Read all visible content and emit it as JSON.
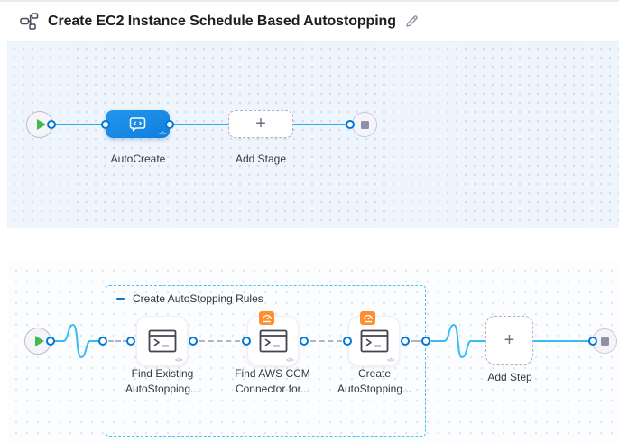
{
  "header": {
    "title": "Create EC2 Instance Schedule Based Autostopping",
    "pipeline_icon": "pipeline-graph-icon",
    "edit_icon": "edit-pencil-icon"
  },
  "stage_pipeline": {
    "start_icon": "play-icon",
    "end_icon": "stop-icon",
    "stage": {
      "label": "AutoCreate",
      "icon": "custom-stage-code-icon"
    },
    "add_stage_label": "Add Stage"
  },
  "step_pipeline": {
    "group": {
      "label": "Create AutoStopping Rules",
      "collapse_icon": "collapse-minus-icon"
    },
    "steps": [
      {
        "label": "Find Existing AutoStopping...",
        "icon": "shell-script-terminal-icon"
      },
      {
        "label": "Find AWS CCM Connector for...",
        "icon": "shell-script-terminal-icon",
        "badge_icon": "ccm-gauge-icon"
      },
      {
        "label": "Create AutoStopping...",
        "icon": "shell-script-terminal-icon",
        "badge_icon": "ccm-gauge-icon"
      }
    ],
    "add_step_label": "Add Step",
    "start_icon": "play-icon",
    "end_icon": "stop-icon"
  },
  "colors": {
    "accent_blue": "#0278d5",
    "stage_node_blue": "#1687e4",
    "connector_blue": "#35b4ef",
    "group_border_cyan": "#45c3f2",
    "ccm_orange": "#ff8f2e",
    "play_green": "#42ba50"
  }
}
